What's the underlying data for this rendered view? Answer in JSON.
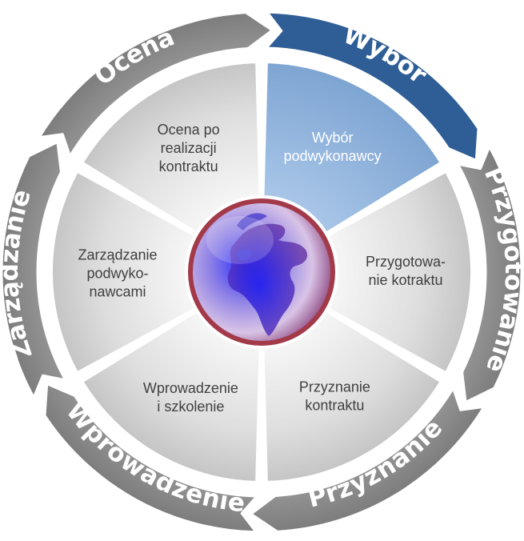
{
  "diagram": {
    "center_icon": "globe-icon",
    "colors": {
      "active_ring": "#2e5e95",
      "active_segment": "#8fb3de",
      "ring": "#8c8c8c",
      "ring_border": "#ffffff",
      "segment_light": "#efefef",
      "segment_dark": "#c6c6c6",
      "segment_text": "#404040",
      "globe_rim": "#b8404f"
    },
    "stages": [
      {
        "ring_label": "Wybór",
        "segment_lines": [
          "Wybór",
          "podwykonawcy"
        ],
        "active": true
      },
      {
        "ring_label": "Przygotowanie",
        "segment_lines": [
          "Przygotowa-",
          "nie kotraktu"
        ],
        "active": false
      },
      {
        "ring_label": "Przyznanie",
        "segment_lines": [
          "Przyznanie",
          "kontraktu"
        ],
        "active": false
      },
      {
        "ring_label": "Wprowadzenie",
        "segment_lines": [
          "Wprowadzenie",
          "i szkolenie"
        ],
        "active": false
      },
      {
        "ring_label": "Zarządzanie",
        "segment_lines": [
          "Zarządzanie",
          "podwyko-",
          "nawcami"
        ],
        "active": false
      },
      {
        "ring_label": "Ocena",
        "segment_lines": [
          "Ocena po",
          "realizacji",
          "kontraktu"
        ],
        "active": false
      }
    ]
  }
}
